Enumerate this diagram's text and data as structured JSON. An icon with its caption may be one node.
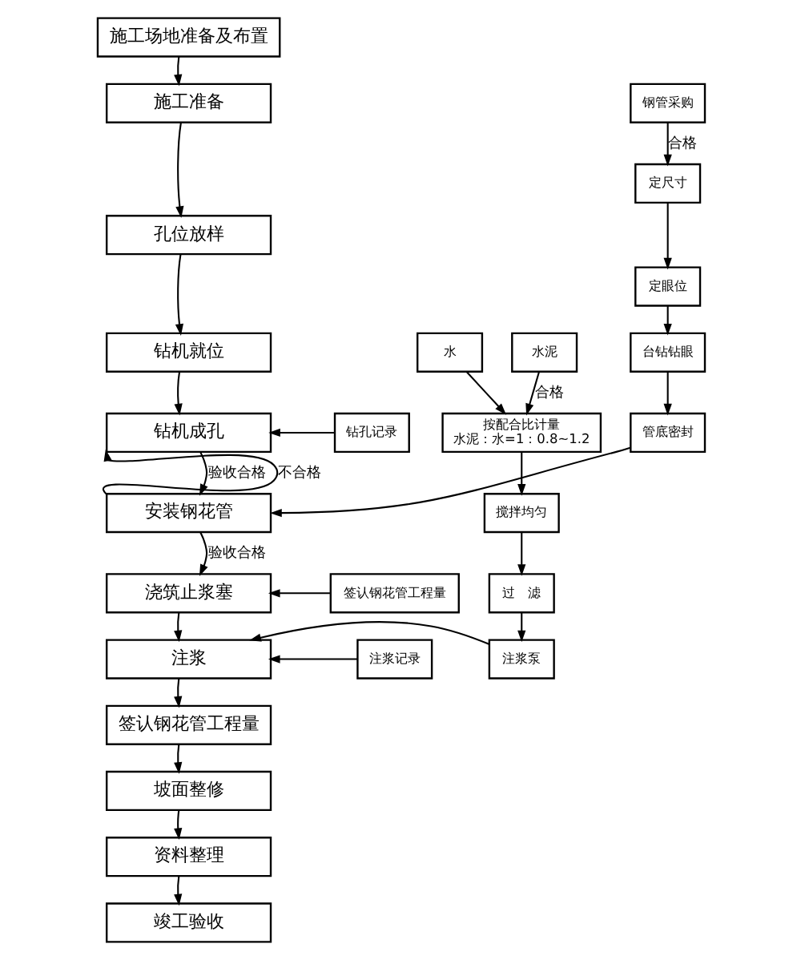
{
  "diagram": {
    "nodes": [
      {
        "text": [
          "施工场地准备及布置"
        ]
      },
      {
        "text": [
          "施工准备"
        ]
      },
      {
        "text": [
          "孔位放样"
        ]
      },
      {
        "text": [
          "钻机就位"
        ]
      },
      {
        "text": [
          "钻机成孔"
        ]
      },
      {
        "text": [
          "安装钢花管"
        ]
      },
      {
        "text": [
          "浇筑止浆塞"
        ]
      },
      {
        "text": [
          "注浆"
        ]
      },
      {
        "text": [
          "签认钢花管工程量"
        ]
      },
      {
        "text": [
          "坡面整修"
        ]
      },
      {
        "text": [
          "资料整理"
        ]
      },
      {
        "text": [
          "竣工验收"
        ]
      },
      {
        "text": [
          "钢管采购"
        ]
      },
      {
        "text": [
          "定尺寸"
        ]
      },
      {
        "text": [
          "定眼位"
        ]
      },
      {
        "text": [
          "台钻钻眼"
        ]
      },
      {
        "text": [
          "管底密封"
        ]
      },
      {
        "text": [
          "钻孔记录"
        ]
      },
      {
        "text": [
          "签认钢花管工程量"
        ]
      },
      {
        "text": [
          "注浆记录"
        ]
      },
      {
        "text": [
          "水泥"
        ]
      },
      {
        "text": [
          "水"
        ]
      },
      {
        "text": [
          "按配合比计量",
          "水泥：水=1：0.8~1.2"
        ]
      },
      {
        "text": [
          "搅拌均匀"
        ]
      },
      {
        "text": [
          "过　滤"
        ]
      },
      {
        "text": [
          "注浆泵"
        ]
      }
    ],
    "edges": [
      {
        "from": 0,
        "to": 1,
        "arrow": "to"
      },
      {
        "from": 1,
        "to": 2,
        "arrow": "to"
      },
      {
        "from": 2,
        "to": 3,
        "arrow": "to"
      },
      {
        "from": 3,
        "to": 4,
        "arrow": "to"
      },
      {
        "from": 4,
        "to": 5,
        "arrow": "to",
        "label": "验收合格"
      },
      {
        "from": 5,
        "to": 4,
        "arrow": "to",
        "label": "不合格"
      },
      {
        "from": 5,
        "to": 6,
        "arrow": "to",
        "label": "验收合格"
      },
      {
        "from": 6,
        "to": 7,
        "arrow": "to"
      },
      {
        "from": 7,
        "to": 8,
        "arrow": "to"
      },
      {
        "from": 8,
        "to": 9,
        "arrow": "to"
      },
      {
        "from": 9,
        "to": 10,
        "arrow": "to"
      },
      {
        "from": 10,
        "to": 11,
        "arrow": "to"
      },
      {
        "from": 12,
        "to": 13,
        "arrow": "to",
        "label": "合格"
      },
      {
        "from": 13,
        "to": 14,
        "arrow": "to"
      },
      {
        "from": 14,
        "to": 15,
        "arrow": "to"
      },
      {
        "from": 15,
        "to": 16,
        "arrow": "to"
      },
      {
        "from": 16,
        "to": 5,
        "arrow": "to"
      },
      {
        "from": 17,
        "to": 4,
        "arrow": "to"
      },
      {
        "from": 18,
        "to": 6,
        "arrow": "to"
      },
      {
        "from": 19,
        "to": 7,
        "arrow": "to"
      },
      {
        "from": 20,
        "to": 22,
        "arrow": "to",
        "label": "合格"
      },
      {
        "from": 21,
        "to": 22,
        "arrow": "to"
      },
      {
        "from": 22,
        "to": 23,
        "arrow": "to"
      },
      {
        "from": 23,
        "to": 24,
        "arrow": "to"
      },
      {
        "from": 24,
        "to": 25,
        "arrow": "to"
      },
      {
        "from": 25,
        "to": 7,
        "arrow": "to"
      }
    ]
  }
}
